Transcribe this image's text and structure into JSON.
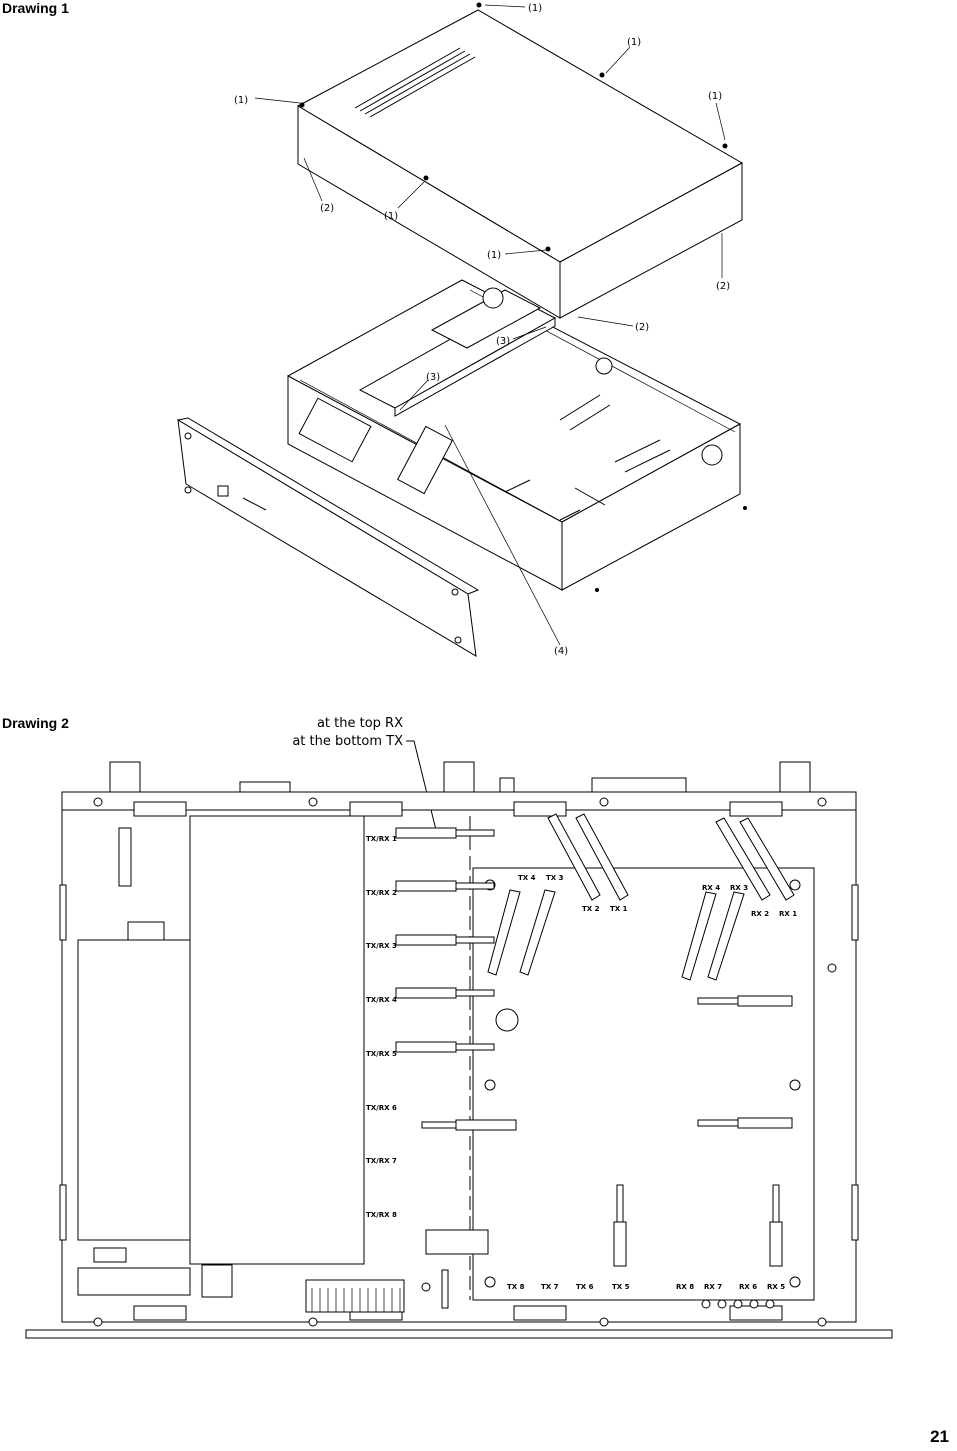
{
  "drawing1": {
    "heading": "Drawing 1",
    "callouts": [
      {
        "label": "(1)"
      },
      {
        "label": "(1)"
      },
      {
        "label": "(1)"
      },
      {
        "label": "(1)"
      },
      {
        "label": "(1)"
      },
      {
        "label": "(1)"
      },
      {
        "label": "(2)"
      },
      {
        "label": "(2)"
      },
      {
        "label": "(2)"
      },
      {
        "label": "(3)"
      },
      {
        "label": "(3)"
      },
      {
        "label": "(4)"
      }
    ]
  },
  "drawing2": {
    "heading": "Drawing 2",
    "note_line1": "at the top RX",
    "note_line2": "at the bottom TX",
    "port_labels": [
      "TX/RX 1",
      "TX/RX 2",
      "TX/RX 3",
      "TX/RX 4",
      "TX/RX 5",
      "TX/RX 6",
      "TX/RX 7",
      "TX/RX 8"
    ],
    "board_labels_top": [
      "TX 4",
      "TX 3",
      "TX 2",
      "TX 1",
      "RX 4",
      "RX 3",
      "RX 2",
      "RX 1"
    ],
    "board_labels_bottom": [
      "TX 8",
      "TX 7",
      "TX 6",
      "TX 5",
      "RX 8",
      "RX 7",
      "RX 6",
      "RX 5"
    ]
  },
  "page_number": "21"
}
